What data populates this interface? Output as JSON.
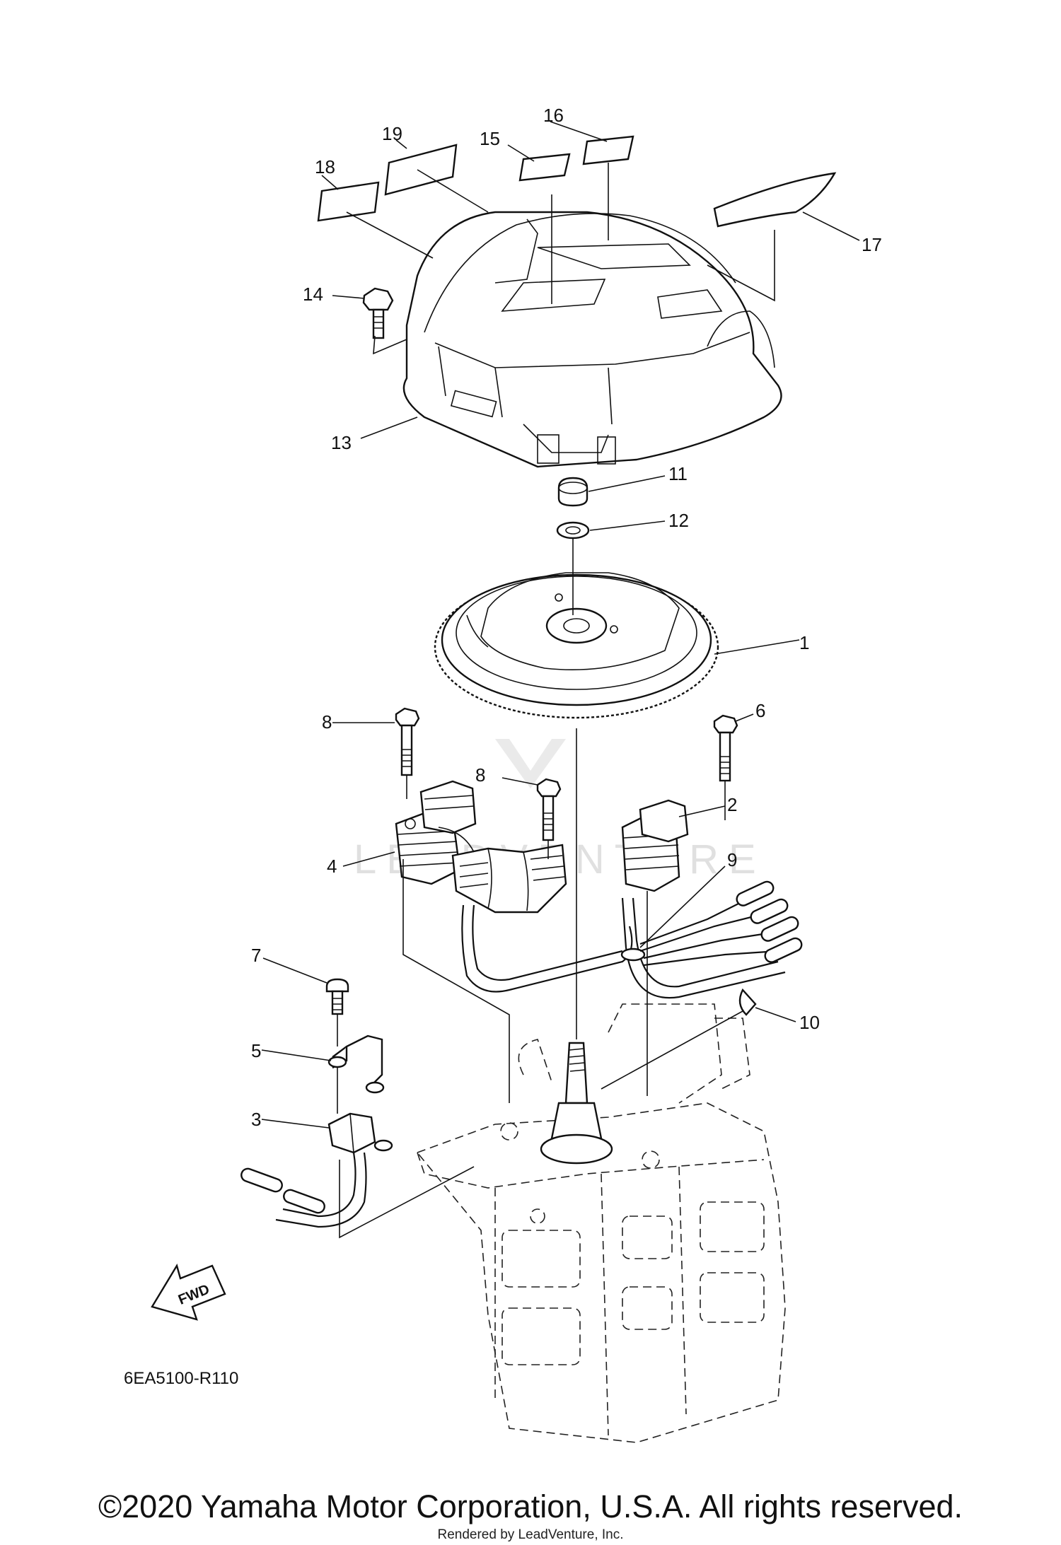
{
  "diagram": {
    "callouts": [
      {
        "id": "1",
        "text": "1"
      },
      {
        "id": "2",
        "text": "2"
      },
      {
        "id": "3",
        "text": "3"
      },
      {
        "id": "4",
        "text": "4"
      },
      {
        "id": "5",
        "text": "5"
      },
      {
        "id": "6",
        "text": "6"
      },
      {
        "id": "7",
        "text": "7"
      },
      {
        "id": "8a",
        "text": "8"
      },
      {
        "id": "8b",
        "text": "8"
      },
      {
        "id": "9",
        "text": "9"
      },
      {
        "id": "10",
        "text": "10"
      },
      {
        "id": "11",
        "text": "11"
      },
      {
        "id": "12",
        "text": "12"
      },
      {
        "id": "13",
        "text": "13"
      },
      {
        "id": "14",
        "text": "14"
      },
      {
        "id": "15",
        "text": "15"
      },
      {
        "id": "16",
        "text": "16"
      },
      {
        "id": "17",
        "text": "17"
      },
      {
        "id": "18",
        "text": "18"
      },
      {
        "id": "19",
        "text": "19"
      }
    ],
    "fwd_label": "FWD",
    "diagram_code": "6EA5100-R110",
    "watermark": "LEADVENTURE"
  },
  "footer": {
    "copyright": "©2020 Yamaha Motor Corporation, U.S.A. All rights reserved.",
    "rendered_by": "Rendered by LeadVenture, Inc."
  }
}
